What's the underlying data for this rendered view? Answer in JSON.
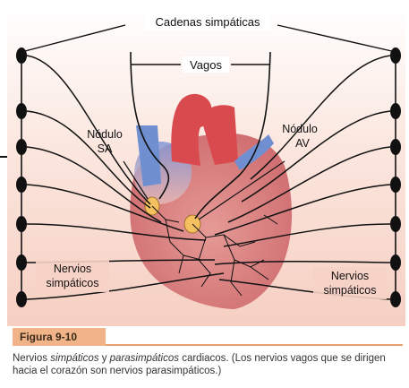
{
  "labels": {
    "cadenas": "Cadenas simpáticas",
    "vagos": "Vagos",
    "nodulo_sa_line1": "Nódulo",
    "nodulo_sa_line2": "SA",
    "nodulo_av_line1": "Nódulo",
    "nodulo_av_line2": "AV",
    "nervios_left_line1": "Nervios",
    "nervios_left_line2": "simpáticos",
    "nervios_right_line1": "Nervios",
    "nervios_right_line2": "simpáticos"
  },
  "figure_tag": "Figura 9-10",
  "caption": {
    "part1": "Nervios ",
    "italic1": "simpáticos",
    "part2": " y ",
    "italic2": "parasimpáticos",
    "part3": " cardiacos. (Los nervios vagos que se dirigen hacia el corazón son nervios parasimpáticos.)"
  },
  "colors": {
    "background": "#fde9e0",
    "heart": "#d9797a",
    "aorta": "#d94a4f",
    "vein_blue": "#6f8fd0",
    "node": "#f5c060",
    "nerve": "#111111",
    "tag": "#f0b488"
  }
}
